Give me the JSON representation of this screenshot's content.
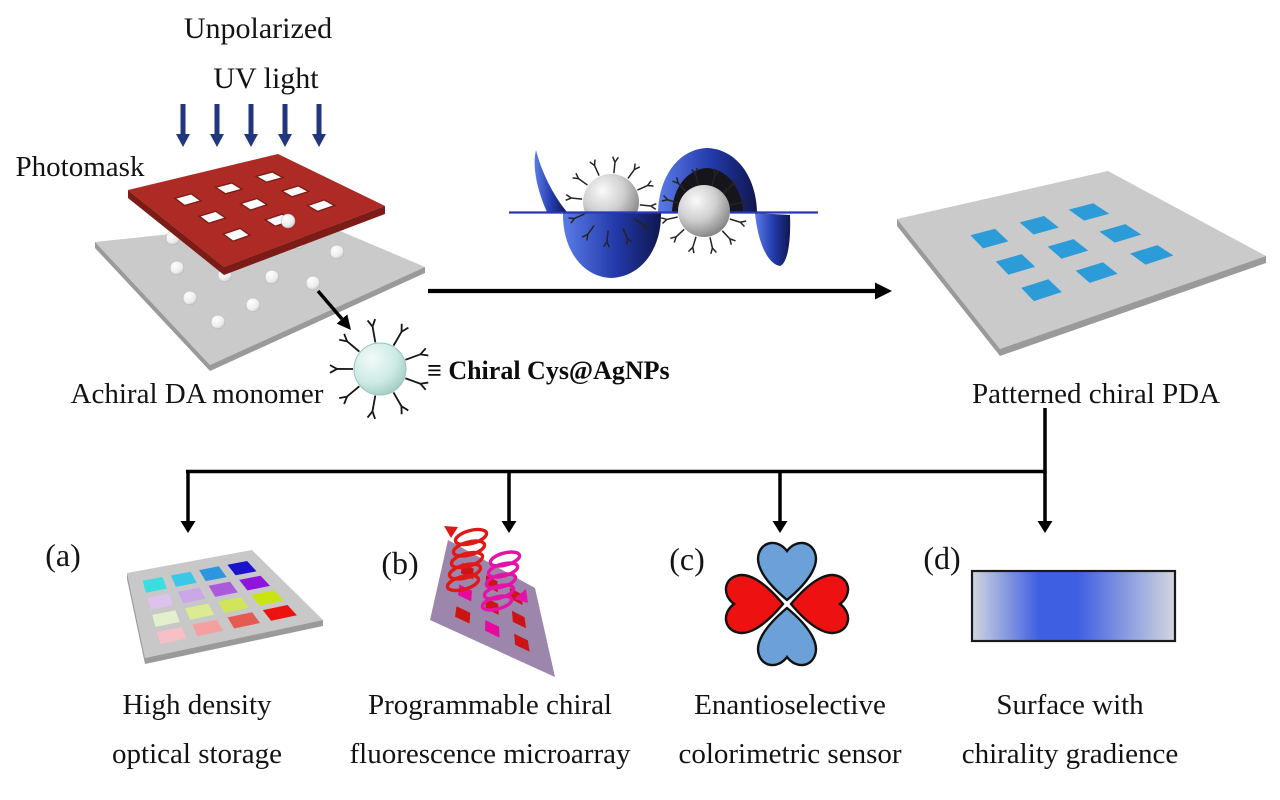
{
  "figure": {
    "uv_label_line1": "Unpolarized",
    "uv_label_line2": "UV light",
    "photomask_label": "Photomask",
    "monomer_label": "Achiral DA monomer",
    "nanoparticle_label": "≡ Chiral Cys@AgNPs",
    "product_label": "Patterned chiral PDA"
  },
  "applications": [
    {
      "tag": "(a)",
      "line1": "High density",
      "line2": "optical storage"
    },
    {
      "tag": "(b)",
      "line1": "Programmable chiral",
      "line2": "fluorescence microarray"
    },
    {
      "tag": "(c)",
      "line1": "Enantioselective",
      "line2": "colorimetric sensor"
    },
    {
      "tag": "(d)",
      "line1": "Surface with",
      "line2": "chirality gradience"
    }
  ],
  "colors": {
    "uv_arrow": "#21377D",
    "photomask": "#AE2A24",
    "photomask_edge": "#7D1B16",
    "hole_fill": "#FBFBFB",
    "substrate": "#CACACA",
    "substrate_edge": "#9A9A9A",
    "pda_square": "#2B9CD8",
    "helix_light": "#5A7CE8",
    "helix_mid": "#2238A8",
    "helix_dark": "#10174E",
    "helix_axis": "#2A36B2",
    "nanoparticle_fill": "#CDEAE4",
    "storage_plate": "#C8C8C8",
    "fluor_plate": "#9C86AC",
    "coil_red": "#E01818",
    "coil_magenta": "#E612A8",
    "heart_blue": "#6CA0D8",
    "heart_red": "#EE1111",
    "bar_edge": "#D2D6DE",
    "bar_blue": "#3F5FE2",
    "arrow": "#000000"
  },
  "storage_grid": [
    [
      "#3ADEE0",
      "#3BC8E8",
      "#2D96DE",
      "#1B12D0"
    ],
    [
      "#DCC2ED",
      "#CCA7E8",
      "#AB5ADE",
      "#8E14DE"
    ],
    [
      "#E3F0CE",
      "#DAEB92",
      "#D0E558",
      "#C8E512"
    ],
    [
      "#F6C0C6",
      "#F5A0A0",
      "#E65B51",
      "#EB1310"
    ]
  ],
  "fluor_grid": [
    [
      "#CC1414",
      "#CC1414",
      "#CC1414"
    ],
    [
      "#E8089E",
      "#CC1414",
      "#CC1414"
    ],
    [
      "#CC1414",
      "#E8089E",
      "#CC1414"
    ]
  ]
}
